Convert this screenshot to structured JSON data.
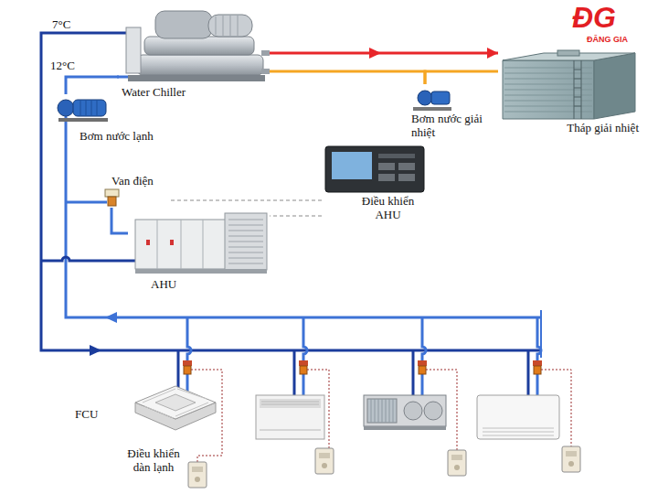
{
  "diagram": {
    "nodes": [
      {
        "text": [
          "Water Chiller"
        ]
      },
      {
        "text": [
          "Bơm nước giải nhiệt"
        ]
      },
      {
        "text": [
          "Tháp giải nhiệt"
        ]
      },
      {
        "text": [
          "Bơm nước lạnh"
        ]
      },
      {
        "text": [
          "Van điện"
        ]
      },
      {
        "text": [
          "AHU"
        ]
      },
      {
        "text": [
          "Điều khiển AHU"
        ]
      }
    ],
    "edges": [
      {
        "from": 0,
        "to": 2,
        "arrow": "to"
      },
      {
        "from": 2,
        "to": 1,
        "arrow": "none"
      },
      {
        "from": 1,
        "to": 0,
        "arrow": "none"
      },
      {
        "from": 3,
        "to": 0,
        "arrow": "none"
      },
      {
        "from": 4,
        "to": 5,
        "arrow": "none"
      },
      {
        "from": 6,
        "to": 4,
        "arrow": "none"
      },
      {
        "from": 6,
        "to": 5,
        "arrow": "none"
      }
    ],
    "labels": [
      "7°C",
      "12°C",
      "FCU",
      "Điều khiển dàn lạnh",
      "ĐG",
      "ĐĂNG GIA"
    ]
  }
}
